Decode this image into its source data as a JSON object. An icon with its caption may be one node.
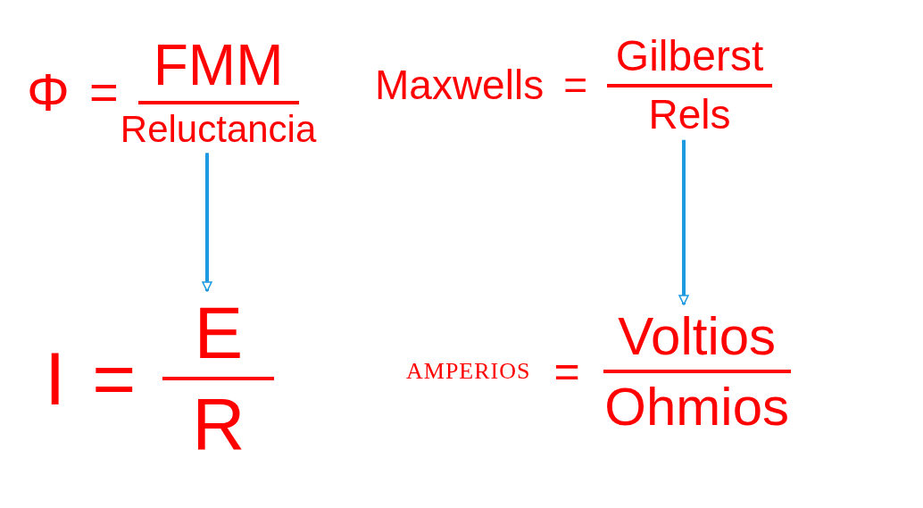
{
  "diagram": {
    "nodes": [
      {
        "text": [
          "Φ",
          "=",
          "FMM",
          "Reluctancia"
        ]
      },
      {
        "text": [
          "Maxwells",
          "=",
          "Gilberst",
          "Rels"
        ]
      },
      {
        "text": [
          "I",
          "=",
          "E",
          "R"
        ]
      },
      {
        "text": [
          "AMPERIOS",
          "=",
          "Voltios",
          "Ohmios"
        ]
      }
    ],
    "edges": [
      {
        "from": 0,
        "to": 2,
        "arrow": "to"
      },
      {
        "from": 1,
        "to": 3,
        "arrow": "to"
      }
    ]
  }
}
